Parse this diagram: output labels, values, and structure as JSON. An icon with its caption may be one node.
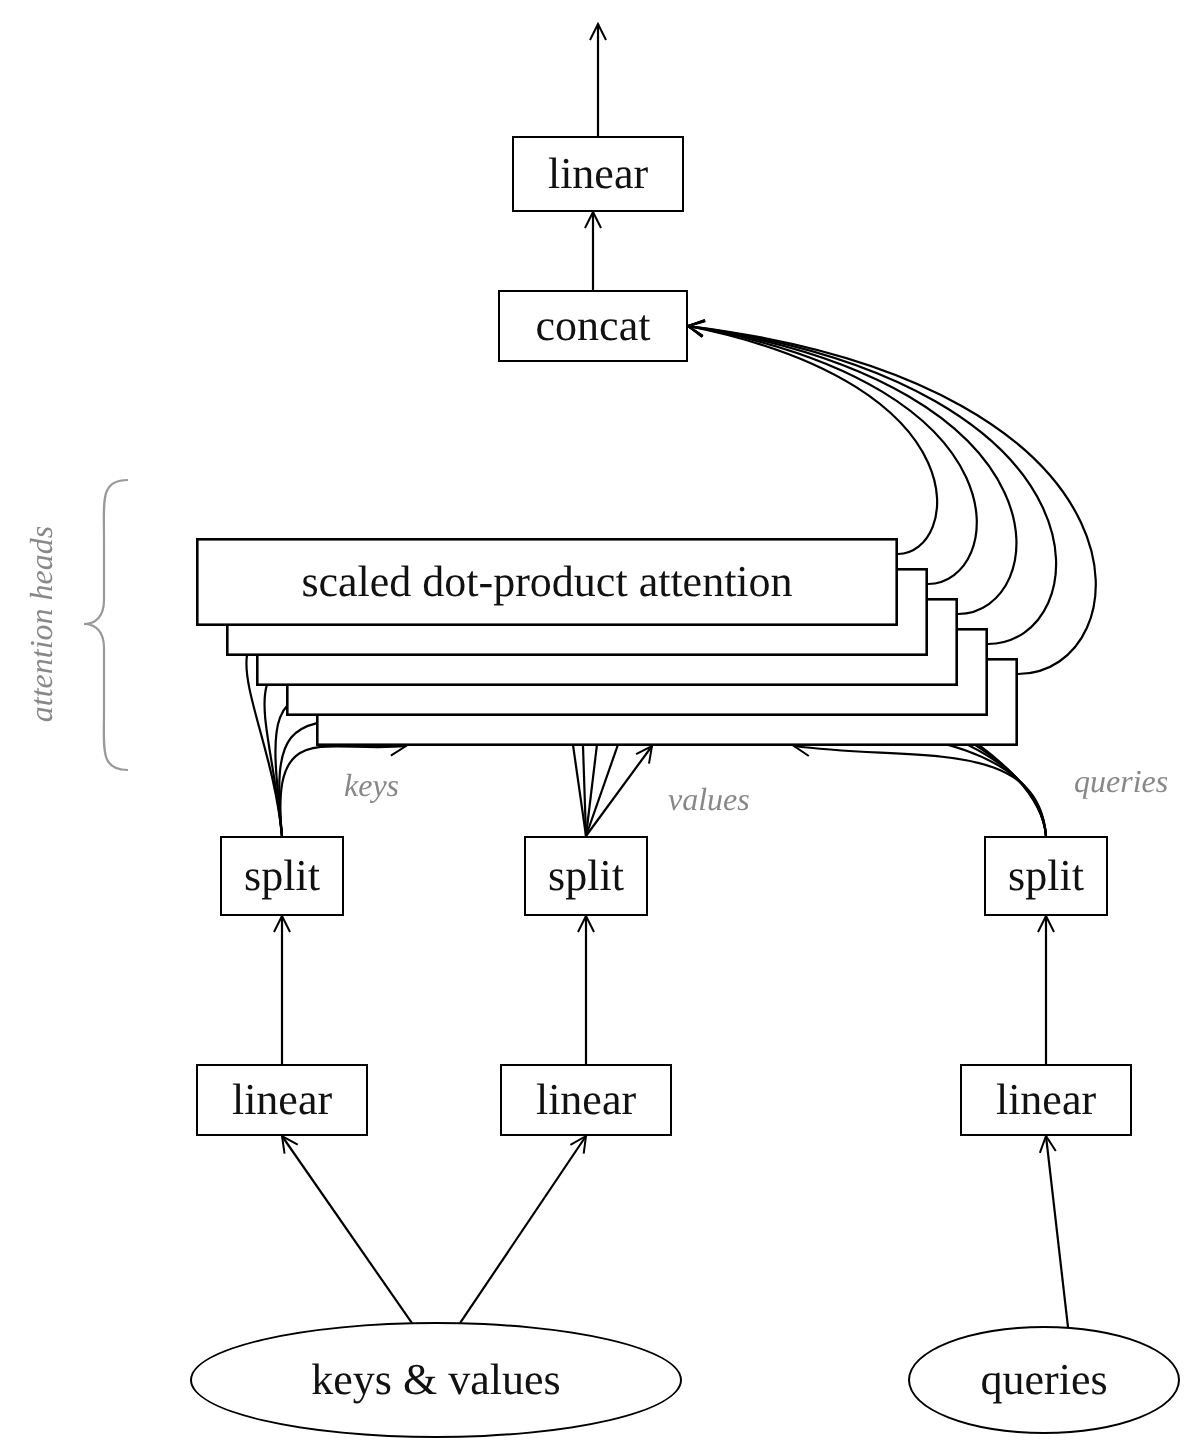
{
  "diagram": {
    "nodes": [
      {
        "text": [
          "linear"
        ]
      },
      {
        "text": [
          "concat"
        ]
      },
      {
        "text": [
          "scaled dot-product attention"
        ]
      },
      {
        "text": [
          "split"
        ],
        "beside": [
          "keys"
        ]
      },
      {
        "text": [
          "split"
        ],
        "beside": [
          "values"
        ]
      },
      {
        "text": [
          "split"
        ],
        "beside": [
          "queries"
        ]
      },
      {
        "text": [
          "linear"
        ]
      },
      {
        "text": [
          "linear"
        ]
      },
      {
        "text": [
          "linear"
        ]
      },
      {
        "text": [
          "keys & values"
        ]
      },
      {
        "text": [
          "queries"
        ]
      }
    ],
    "edges": [
      {
        "from": 0,
        "to": null,
        "arrow": "to"
      },
      {
        "from": 1,
        "to": 0,
        "arrow": "to"
      },
      {
        "from": 2,
        "to": 1,
        "arrow": "to"
      },
      {
        "from": 2,
        "to": 1,
        "arrow": "to"
      },
      {
        "from": 2,
        "to": 1,
        "arrow": "to"
      },
      {
        "from": 2,
        "to": 1,
        "arrow": "to"
      },
      {
        "from": 2,
        "to": 1,
        "arrow": "to"
      },
      {
        "from": 3,
        "to": 2,
        "arrow": "to"
      },
      {
        "from": 3,
        "to": 2,
        "arrow": "to"
      },
      {
        "from": 3,
        "to": 2,
        "arrow": "to"
      },
      {
        "from": 3,
        "to": 2,
        "arrow": "to"
      },
      {
        "from": 3,
        "to": 2,
        "arrow": "to"
      },
      {
        "from": 4,
        "to": 2,
        "arrow": "to"
      },
      {
        "from": 4,
        "to": 2,
        "arrow": "to"
      },
      {
        "from": 4,
        "to": 2,
        "arrow": "to"
      },
      {
        "from": 4,
        "to": 2,
        "arrow": "to"
      },
      {
        "from": 4,
        "to": 2,
        "arrow": "to"
      },
      {
        "from": 5,
        "to": 2,
        "arrow": "to"
      },
      {
        "from": 5,
        "to": 2,
        "arrow": "to"
      },
      {
        "from": 5,
        "to": 2,
        "arrow": "to"
      },
      {
        "from": 5,
        "to": 2,
        "arrow": "to"
      },
      {
        "from": 5,
        "to": 2,
        "arrow": "to"
      },
      {
        "from": 6,
        "to": 3,
        "arrow": "to"
      },
      {
        "from": 7,
        "to": 4,
        "arrow": "to"
      },
      {
        "from": 8,
        "to": 5,
        "arrow": "to"
      },
      {
        "from": 9,
        "to": 6,
        "arrow": "to"
      },
      {
        "from": 9,
        "to": 7,
        "arrow": "to"
      },
      {
        "from": 10,
        "to": 8,
        "arrow": "to"
      }
    ],
    "labels": [
      "attention heads"
    ]
  }
}
